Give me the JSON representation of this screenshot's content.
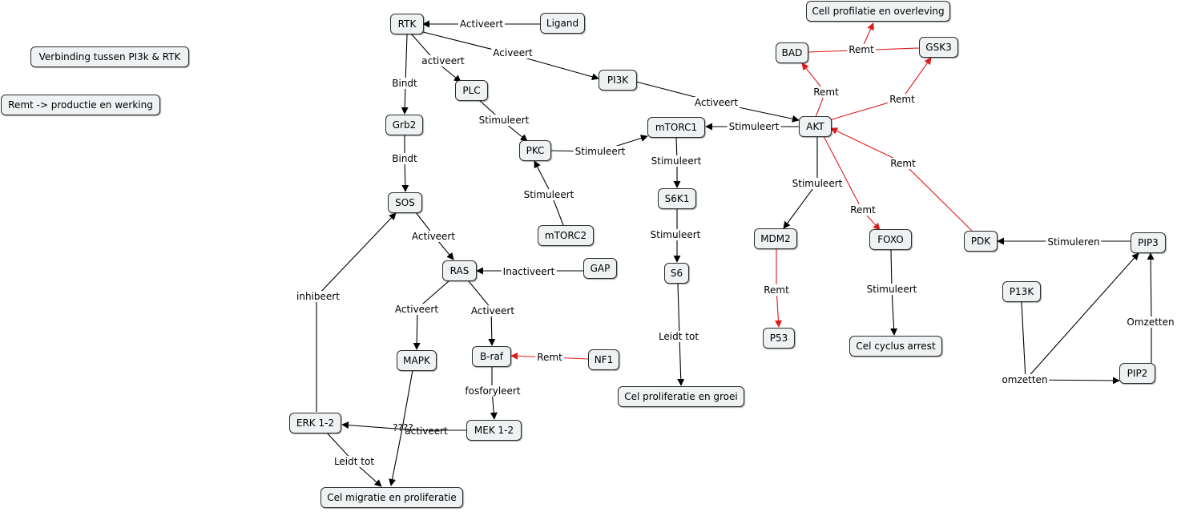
{
  "colors": {
    "black_edge": "#000000",
    "red_edge": "#e01b1b",
    "node_fill": "#eef2f3",
    "node_border": "#2c2c2c"
  },
  "nodes": {
    "rtk": "RTK",
    "ligand": "Ligand",
    "cell_prolif_overleving": "Cell profilatie en overleving",
    "verbinding": "Verbinding tussen PI3k & RTK",
    "remt_legend": "Remt -> productie en werking",
    "bad": "BAD",
    "gsk3": "GSK3",
    "plc": "PLC",
    "pi3k": "PI3K",
    "grb2": "Grb2",
    "pkc": "PKC",
    "mtorc1": "mTORC1",
    "akt": "AKT",
    "sos": "SOS",
    "s6k1": "S6K1",
    "mtorc2": "mTORC2",
    "mdm2": "MDM2",
    "foxo": "FOXO",
    "pdk": "PDK",
    "pip3": "PIP3",
    "ras": "RAS",
    "gap": "GAP",
    "s6": "S6",
    "p13k": "P13K",
    "p53": "P53",
    "mapk": "MAPK",
    "braf": "B-raf",
    "nf1": "NF1",
    "cel_cyclus_arrest": "Cel cyclus arrest",
    "pip2": "PIP2",
    "cel_prolif_groei": "Cel proliferatie en groei",
    "erk": "ERK 1-2",
    "mek": "MEK 1-2",
    "cel_migratie": "Cel migratie en proliferatie"
  },
  "labels": {
    "activeert_ligand": "Activeert",
    "activeert_plc": "activeert",
    "aciveert_pi3k": "Aciveert",
    "bindt_grb2": "Bindt",
    "bindt_sos": "Bindt",
    "stimuleert_plc_pkc": "Stimuleert",
    "stimuleert_pkc_mtorc1": "Stimuleert",
    "stimuleert_mtorc2_pkc": "Stimuleert",
    "activeert_pi3k_akt": "Activeert",
    "stimuleert_akt_mtorc1": "Stimuleert",
    "stimuleert_mtorc1_s6k1": "Stimuleert",
    "stimuleert_s6k1_s6": "Stimuleert",
    "leidt_tot_s6": "Leidt tot",
    "remt_akt_bad": "Remt",
    "remt_akt_gsk3": "Remt",
    "remt_bad_gsk3": "Remt",
    "stimuleert_akt_mdm2": "Stimuleert",
    "remt_akt_foxo": "Remt",
    "remt_pdk_akt": "Remt",
    "remt_mdm2_p53": "Remt",
    "stimuleert_foxo": "Stimuleert",
    "stimuleren_pip3_pdk": "Stimuleren",
    "omzetten_pip2_pip3": "Omzetten",
    "omzetten_p13k": "omzetten",
    "activeert_sos_ras": "Activeert",
    "inactiveert_gap": "Inactiveert",
    "activeert_ras_mapk": "Activeert",
    "activeert_ras_braf": "Activeert",
    "remt_nf1": "Remt",
    "fosforyleert": "fosforyleert",
    "activeert_mek_erk": "activeert",
    "vraag": "????",
    "inhibeert": "inhibeert",
    "leidt_tot_erk": "Leidt tot"
  }
}
